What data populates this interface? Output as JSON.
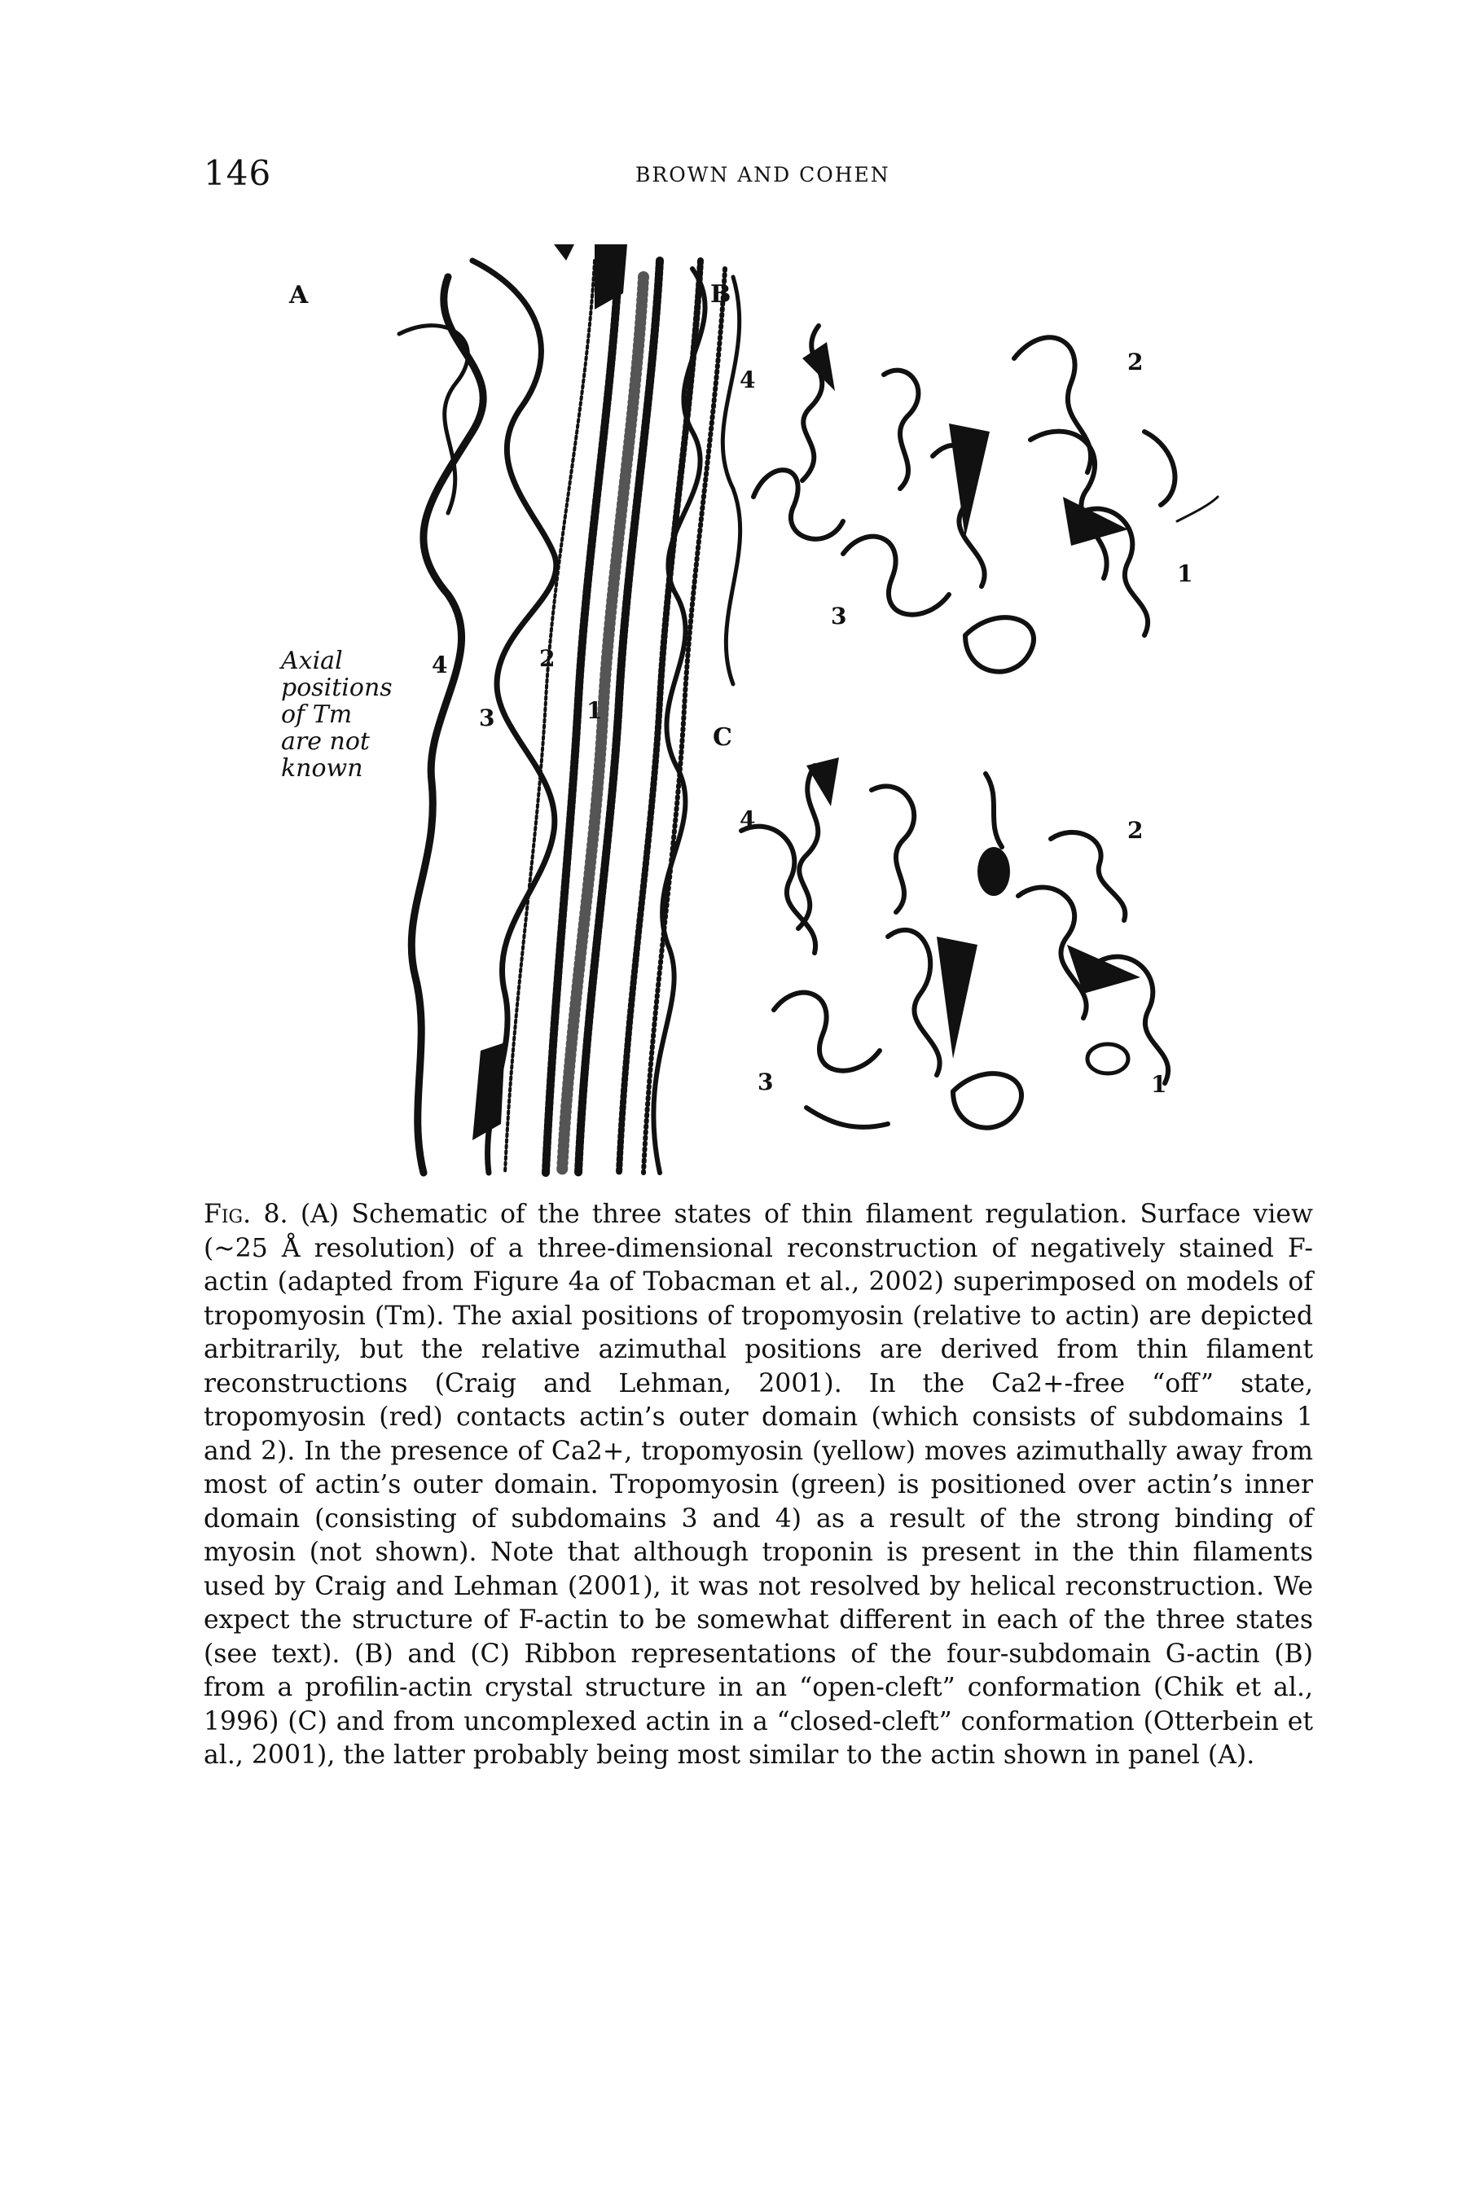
{
  "header": {
    "page_number": "146",
    "running_head": "BROWN AND COHEN"
  },
  "figure": {
    "panels": {
      "a": "A",
      "b": "B",
      "c": "C"
    },
    "panel_a_note": [
      "Axial",
      "positions",
      "of Tm",
      "are not",
      "known"
    ],
    "panel_a_subdomains": [
      "4",
      "2",
      "3",
      "1"
    ],
    "panel_b_subdomains": [
      "4",
      "2",
      "1",
      "3"
    ],
    "panel_c_subdomains": [
      "4",
      "2",
      "3",
      "1"
    ]
  },
  "caption": {
    "fig_label": "Fig. 8.",
    "text": "(A) Schematic of the three states of thin filament regulation. Surface view (~25 Å resolution) of a three-dimensional reconstruction of negatively stained F-actin (adapted from Figure 4a of Tobacman et al., 2002) superimposed on models of tropomyosin (Tm). The axial positions of tropomyosin (relative to actin) are depicted arbitrarily, but the relative azimuthal positions are derived from thin filament reconstructions (Craig and Lehman, 2001). In the Ca2+-free “off” state, tropomyosin (red) contacts actin’s outer domain (which consists of subdomains 1 and 2). In the presence of Ca2+, tropomyosin (yellow) moves azimuthally away from most of actin’s outer domain. Tropomyosin (green) is positioned over actin’s inner domain (consisting of subdomains 3 and 4) as a result of the strong binding of myosin (not shown). Note that although troponin is present in the thin filaments used by Craig and Lehman (2001), it was not resolved by helical reconstruction. We expect the structure of F-actin to be somewhat different in each of the three states (see text). (B) and (C) Ribbon representations of the four-subdomain G-actin (B) from a profilin-actin crystal structure in an “open-cleft” conformation (Chik et al., 1996) (C) and from uncomplexed actin in a “closed-cleft” conformation (Otterbein et al., 2001), the latter probably being most similar to the actin shown in panel (A)."
  }
}
